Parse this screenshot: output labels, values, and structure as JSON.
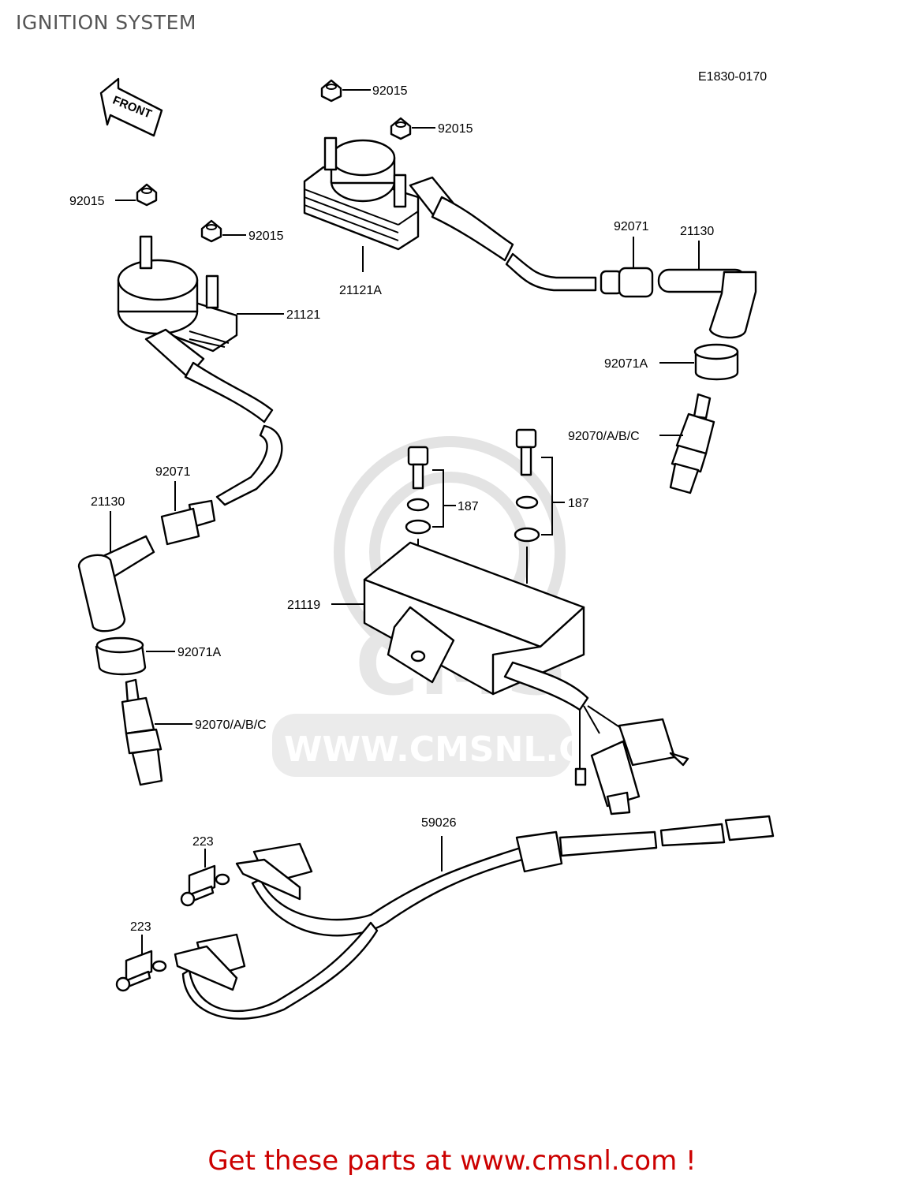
{
  "title": "IGNITION SYSTEM",
  "diagram_code": "E1830-0170",
  "front_arrow_label": "FRONT",
  "watermark_text": "WWW.CMSNL.COM",
  "watermark_logo": "CMS",
  "footer_text": "Get these parts at www.cmsnl.com !",
  "colors": {
    "footer": "#cc0000",
    "title": "#555555",
    "watermark": "#e3e3e3"
  },
  "part_labels": {
    "nut_a": "92015",
    "nut_b": "92015",
    "nut_c": "92015",
    "nut_d": "92015",
    "coil_right": "21121A",
    "coil_left": "21121",
    "cap_right": "92071",
    "plug_cap_right": "21130",
    "seal_right": "92071A",
    "spark_plug_right": "92070/A/B/C",
    "bolt_left": "187",
    "bolt_right": "187",
    "igniter": "21119",
    "cap_left": "92071",
    "plug_cap_left": "21130",
    "seal_left": "92071A",
    "spark_plug_left": "92070/A/B/C",
    "pickup_harness": "59026",
    "screw_top": "223",
    "screw_bottom": "223"
  }
}
